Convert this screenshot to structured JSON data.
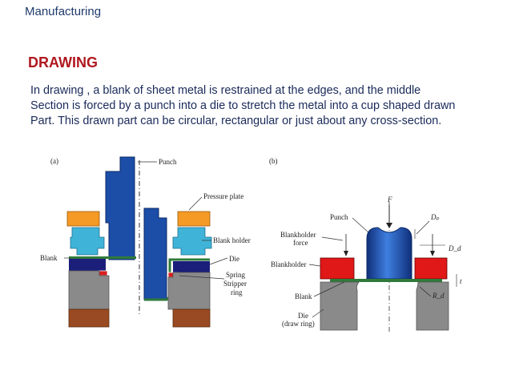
{
  "header": {
    "title": "Manufacturing"
  },
  "section": {
    "title": "DRAWING"
  },
  "description": {
    "lines": [
      "In drawing , a blank of sheet metal is restrained at the edges, and the middle",
      "Section is forced by a punch into a die to stretch the metal into a cup shaped drawn",
      "Part. This drawn part can be circular, rectangular or just about any cross-section."
    ]
  },
  "figure_a": {
    "tag": "(a)",
    "labels": {
      "punch": "Punch",
      "pressure_plate": "Pressure plate",
      "blank_holder": "Blank holder",
      "die": "Die",
      "spring": "Spring",
      "stripper": "Stripper",
      "ring": "ring",
      "blank": "Blank"
    }
  },
  "figure_b": {
    "tag": "(b)",
    "labels": {
      "force": "F",
      "punch": "Punch",
      "dp": "Dₚ",
      "dd": "D_d",
      "blankholder_force_1": "Blankholder",
      "blankholder_force_2": "force",
      "blankholder": "Blankholder",
      "blank": "Blank",
      "die_1": "Die",
      "die_2": "(draw ring)",
      "rd": "R_d",
      "t": "t"
    }
  },
  "colors": {
    "header_text": "#1f3a6b",
    "title_red": "#b01820",
    "body_text": "#1a2a5a",
    "punch_blue": "#1c4ea8",
    "holder_cyan": "#40b4d8",
    "pressure_orange": "#f59a24",
    "die_gray": "#8a8a8a",
    "base_brown": "#9a4a22",
    "blank_green": "#2f7a3a",
    "ring_navy": "#1b1f7a",
    "blankholder_red": "#e01818"
  }
}
